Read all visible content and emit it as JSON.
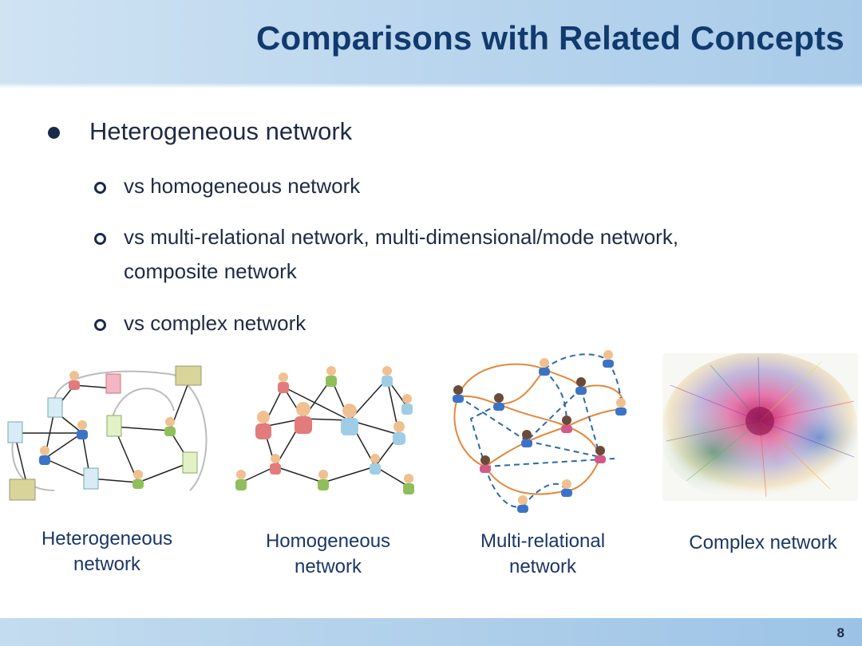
{
  "slide": {
    "title": "Comparisons with Related Concepts",
    "page_number": "8"
  },
  "bullets": {
    "main": "Heterogeneous  network",
    "sub": [
      "vs homogeneous network",
      "vs multi-relational network, multi-dimensional/mode network,",
      "composite network",
      "vs complex network"
    ]
  },
  "figures": [
    {
      "label_line1": "Heterogeneous",
      "label_line2": "network"
    },
    {
      "label_line1": "Homogeneous",
      "label_line2": "network"
    },
    {
      "label_line1": "Multi-relational",
      "label_line2": "network"
    },
    {
      "label_line1": "Complex network"
    }
  ],
  "colors": {
    "title": "#113a6e",
    "header_band": "#bcd7ee",
    "footer_band": "#9cc3e6",
    "text": "#1f2a44",
    "label": "#1b3766"
  }
}
